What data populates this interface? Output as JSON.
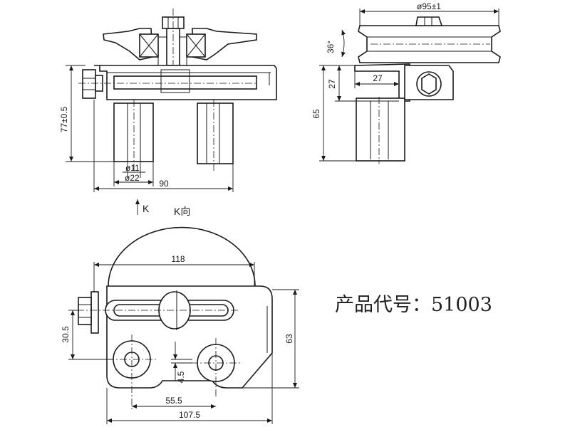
{
  "product_code": "产品代号：51003",
  "view_labels": {
    "arrow": "K",
    "view": "K向"
  },
  "dimensions": {
    "height_77": "77±0.5",
    "hole_11": "ø11",
    "outer_22": "ø22",
    "width_90": "90",
    "pulley_95": "ø95±1",
    "angle_36": "36°",
    "len_27_h": "27",
    "len_27_v": "27",
    "height_65": "65",
    "width_118": "118",
    "height_30_5": "30.5",
    "height_63": "63",
    "offset_4_5": "4.5",
    "spacing_55_5": "55.5",
    "width_107_5": "107.5"
  }
}
